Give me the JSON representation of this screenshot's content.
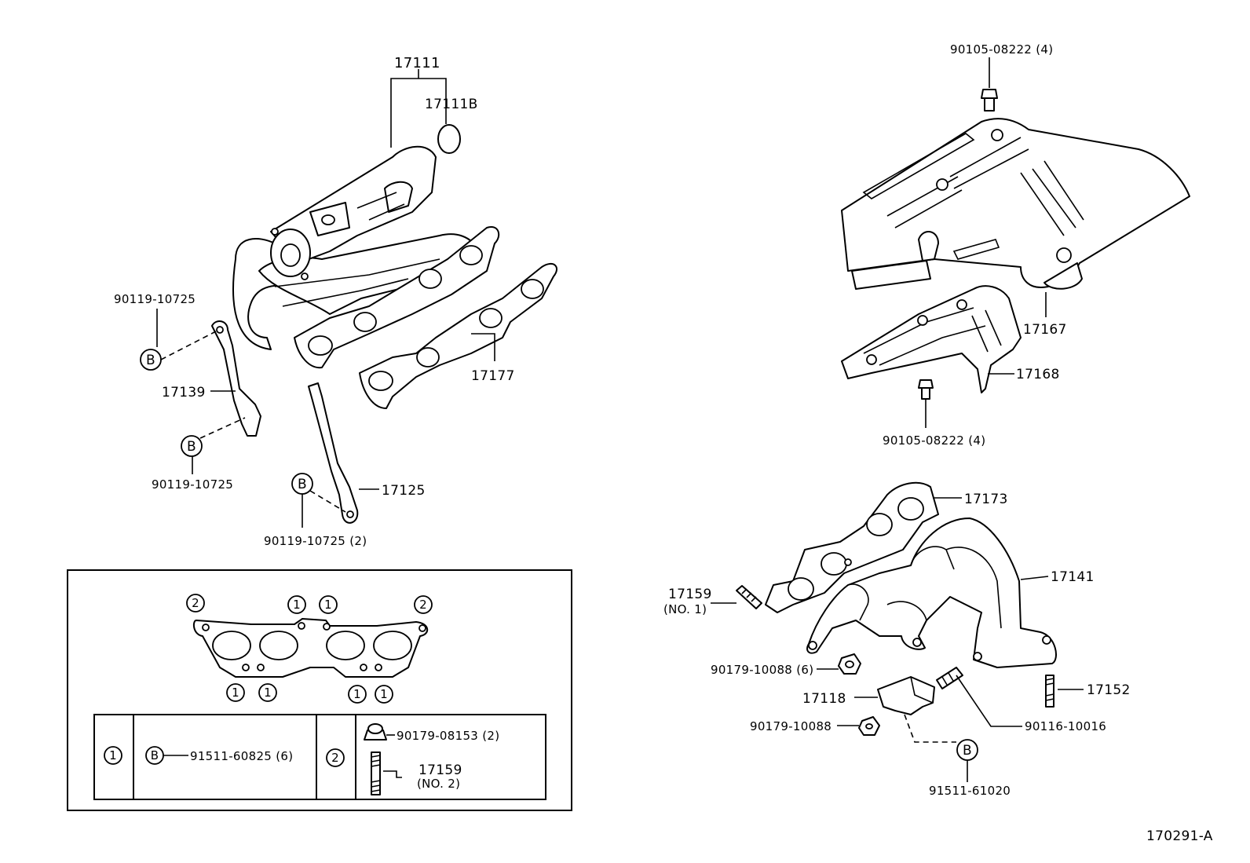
{
  "parts": {
    "p17111": "17111",
    "p17111B": "17111B",
    "p17177": "17177",
    "p17139": "17139",
    "p17125": "17125",
    "bolt_tl1": "90119-10725",
    "bolt_tl2": "90119-10725",
    "bolt_tl3": "90119-10725 (2)",
    "bolt_tr_top": "90105-08222 (4)",
    "bolt_tr_bot": "90105-08222 (4)",
    "p17167": "17167",
    "p17168": "17168",
    "p17173": "17173",
    "p17141": "17141",
    "p17159_no1_a": "17159",
    "p17159_no1_b": "(NO. 1)",
    "nut_6": "90179-10088 (6)",
    "p17118": "17118",
    "nut_single": "90179-10088",
    "p17152": "17152",
    "stud_90116": "90116-10016",
    "bolt_91511_61020": "91511-61020"
  },
  "markers": {
    "b": "B",
    "one": "1",
    "two": "2"
  },
  "legend": {
    "row1_symbol": "1",
    "row1_part": "91511-60825 (6)",
    "row2_symbol": "2",
    "row2_part_a": "90179-08153 (2)",
    "row2_part_b": "17159",
    "row2_part_c": "(NO. 2)"
  },
  "footer": {
    "diagram_code": "170291-A"
  }
}
